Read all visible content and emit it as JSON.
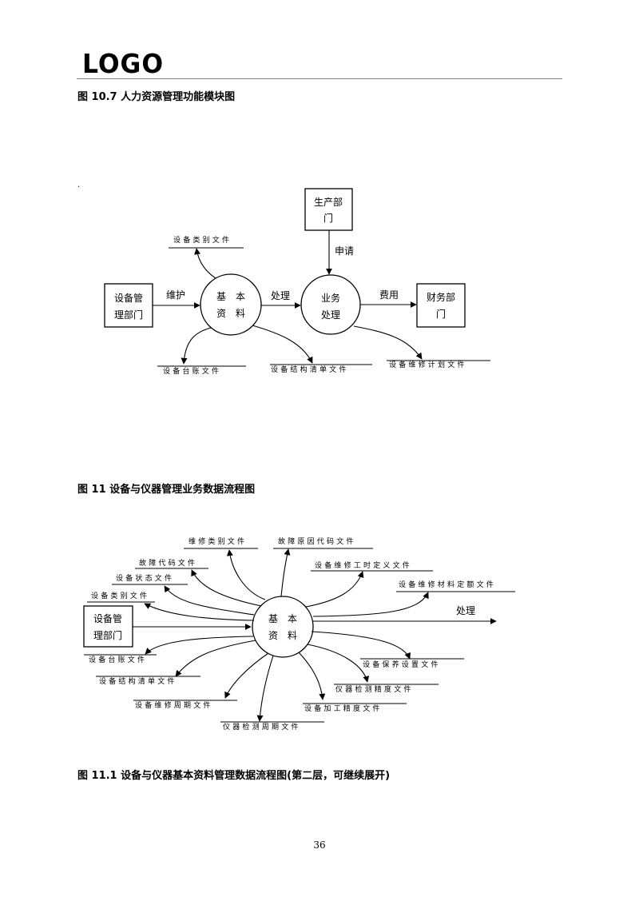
{
  "header": {
    "logo_text": "LOGO",
    "brand_color": "#1f6fc0"
  },
  "captions": {
    "fig_10_7": "图 10.7  人力资源管理功能模块图",
    "fig_11": "图 11 设备与仪器管理业务数据流程图",
    "fig_11_1": "图 11.1 设备与仪器基本资料管理数据流程图(第二层，可继续展开)"
  },
  "dot": ".",
  "diagram1": {
    "production_dept": [
      "生产部",
      "门"
    ],
    "equipment_dept": [
      "设备管",
      "理部门"
    ],
    "basic_data": [
      "基　本",
      "资　料"
    ],
    "business": [
      "业务",
      "处理"
    ],
    "finance_dept": [
      "财务部",
      "门"
    ],
    "flows": {
      "maintain": "维护",
      "process": "处理",
      "cost": "费用",
      "apply": "申请"
    },
    "files": {
      "category": "设备类别文件",
      "ledger": "设备台账文件",
      "structure": "设备结构清单文件",
      "repair_plan": "设备维修计划文件"
    }
  },
  "diagram2": {
    "equipment_dept": [
      "设备管",
      "理部门"
    ],
    "basic_data": [
      "基　本",
      "资　料"
    ],
    "process": "处理",
    "files": {
      "repair_category": "维修类别文件",
      "fault_cause": "故障原因代码文件",
      "fault_code": "故障代码文件",
      "repair_time": "设备维修工时定义文件",
      "status": "设备状态文件",
      "material_quota": "设备维修材料定额文件",
      "category": "设备类别文件",
      "ledger": "设备台账文件",
      "maintenance_setting": "设备保养设置文件",
      "structure": "设备结构清单文件",
      "precision": "仪器检测精度文件",
      "repair_cycle": "设备维修周期文件",
      "machining": "设备加工精度文件",
      "inspection_cycle": "仪器检测周期文件"
    }
  },
  "page_number": "36"
}
